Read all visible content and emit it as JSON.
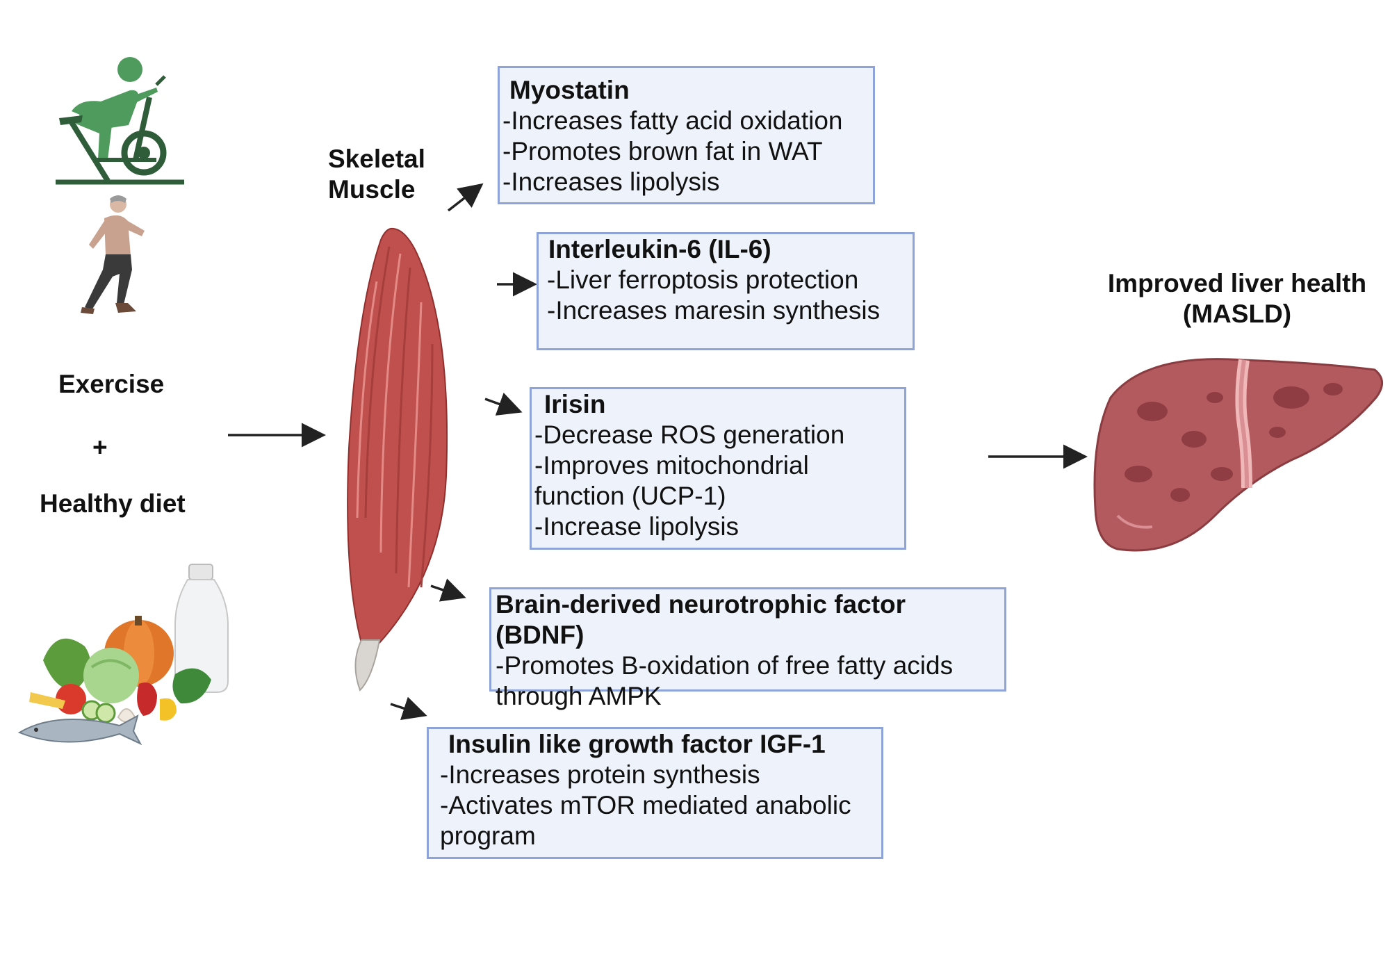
{
  "left": {
    "exercise_label": "Exercise",
    "plus_label": "+",
    "diet_label": "Healthy diet"
  },
  "muscle": {
    "label_line1": "Skeletal",
    "label_line2": "Muscle",
    "color": "#c0504d"
  },
  "outcome": {
    "line1": "Improved liver health",
    "line2": "(MASLD)",
    "liver_color": "#b35a5e"
  },
  "boxes": [
    {
      "title": "Myostatin",
      "lines": [
        "-Increases fatty acid oxidation",
        "-Promotes brown fat in WAT",
        "-Increases lipolysis"
      ]
    },
    {
      "title": "Interleukin-6 (IL-6)",
      "lines": [
        "-Liver ferroptosis protection",
        "-Increases maresin synthesis"
      ]
    },
    {
      "title": "Irisin",
      "lines": [
        "-Decrease ROS generation",
        "-Improves mitochondrial",
        "function (UCP-1)",
        "-Increase lipolysis"
      ]
    },
    {
      "title": "Brain-derived neurotrophic factor",
      "lines": [
        "(BDNF)",
        "-Promotes B-oxidation of free fatty acids",
        "through AMPK"
      ]
    },
    {
      "title": "Insulin like growth factor IGF-1",
      "lines": [
        "-Increases protein synthesis",
        "-Activates mTOR mediated anabolic",
        "program"
      ]
    }
  ],
  "colors": {
    "box_fill": "#eef3fb",
    "box_border": "#8ea3d8",
    "arrow": "#222222",
    "cyclist": "#4f9a5d"
  },
  "icons": [
    "cyclist-icon",
    "walking-woman-icon",
    "healthy-food-icon",
    "skeletal-muscle-icon",
    "liver-icon"
  ]
}
